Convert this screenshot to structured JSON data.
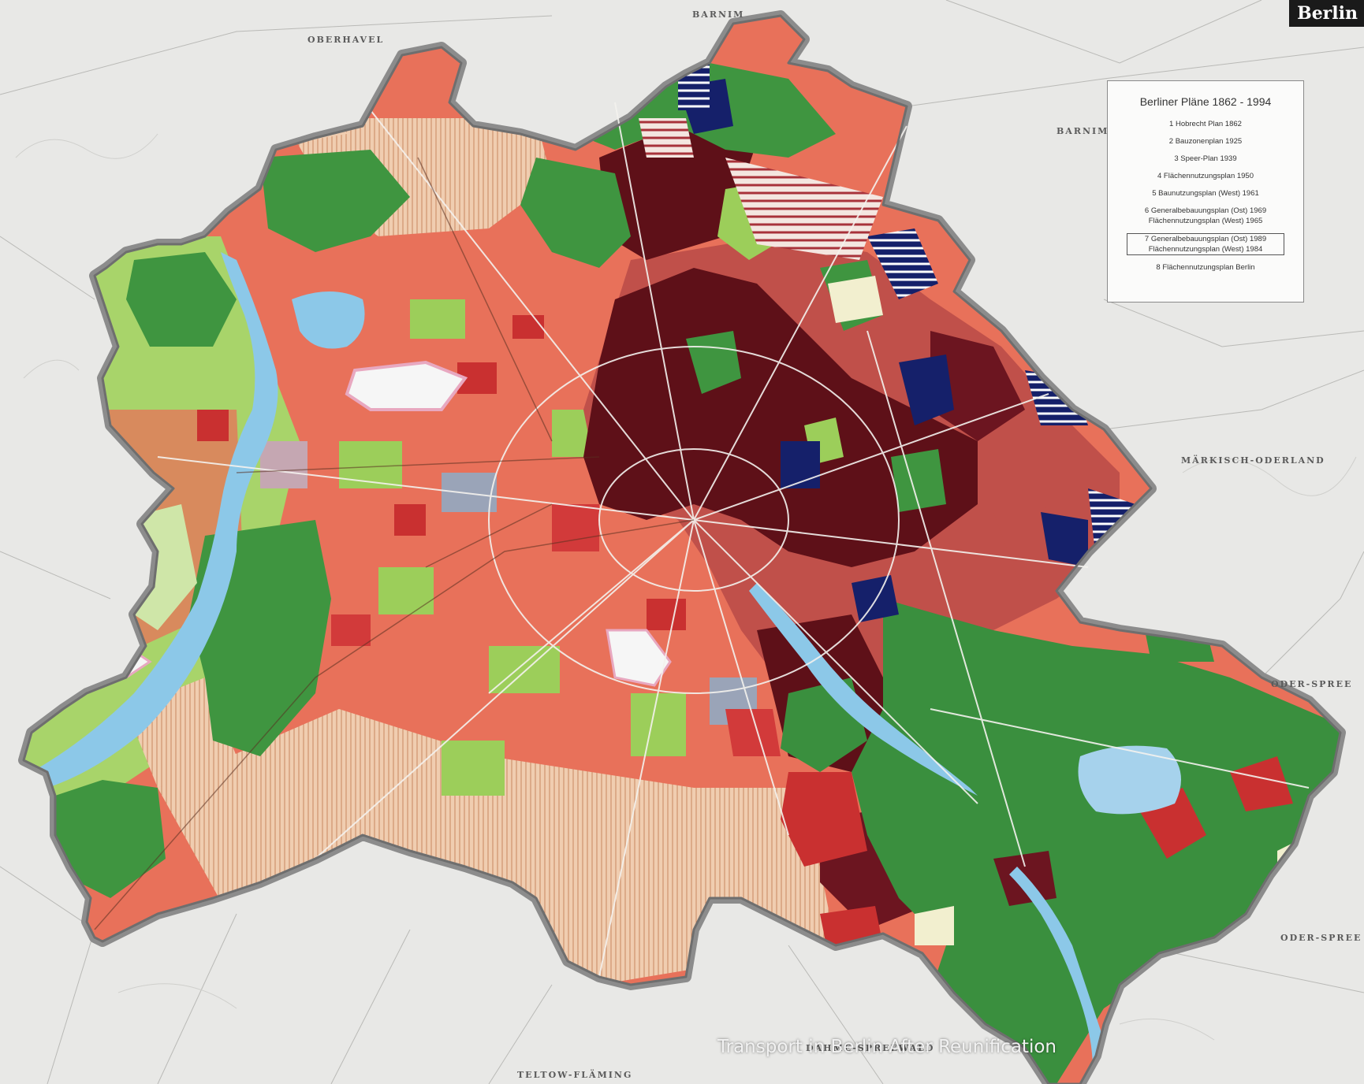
{
  "corner_label": "Berlin",
  "legend": {
    "title": "Berliner Pläne 1862 - 1994",
    "items": [
      {
        "text": "1 Hobrecht Plan 1862",
        "boxed": false
      },
      {
        "text": "2 Bauzonenplan 1925",
        "boxed": false
      },
      {
        "text": "3 Speer-Plan 1939",
        "boxed": false
      },
      {
        "text": "4 Flächennutzungsplan 1950",
        "boxed": false
      },
      {
        "text": "5 Baunutzungsplan (West) 1961",
        "boxed": false
      },
      {
        "text": "6 Generalbebauungsplan (Ost) 1969\nFlächennutzungsplan (West) 1965",
        "boxed": false
      },
      {
        "text": "7 Generalbebauungsplan (Ost) 1989\nFlächennutzungsplan (West) 1984",
        "boxed": true
      },
      {
        "text": "8 Flächennutzungsplan Berlin",
        "boxed": false
      }
    ]
  },
  "place_labels": {
    "barnim_top": "BARNIM",
    "barnim_right": "BARNIM",
    "oberhavel": "OBERHAVEL",
    "maerkisch_oderland": "MÄRKISCH-ODERLAND",
    "oder_spree_1": "ODER-SPREE",
    "oder_spree_2": "ODER-SPREE",
    "teltow_flaeming": "TELTOW-FLÄMING",
    "dahme_spreewald": "DAHME-SPREEWALD"
  },
  "caption": "Transport in Berlin After Reunification",
  "colors": {
    "background_map": "#e8e8e6",
    "west_residential": "#e8715a",
    "west_low_density": "#f0cdb0",
    "east_residential": "#5e1018",
    "east_mixed": "#c0504a",
    "forest_green": "#3f9540",
    "light_green": "#9cce5a",
    "industry_blue": "#15206a",
    "water": "#8cc8e8",
    "boundary": "#8c8c8c"
  }
}
